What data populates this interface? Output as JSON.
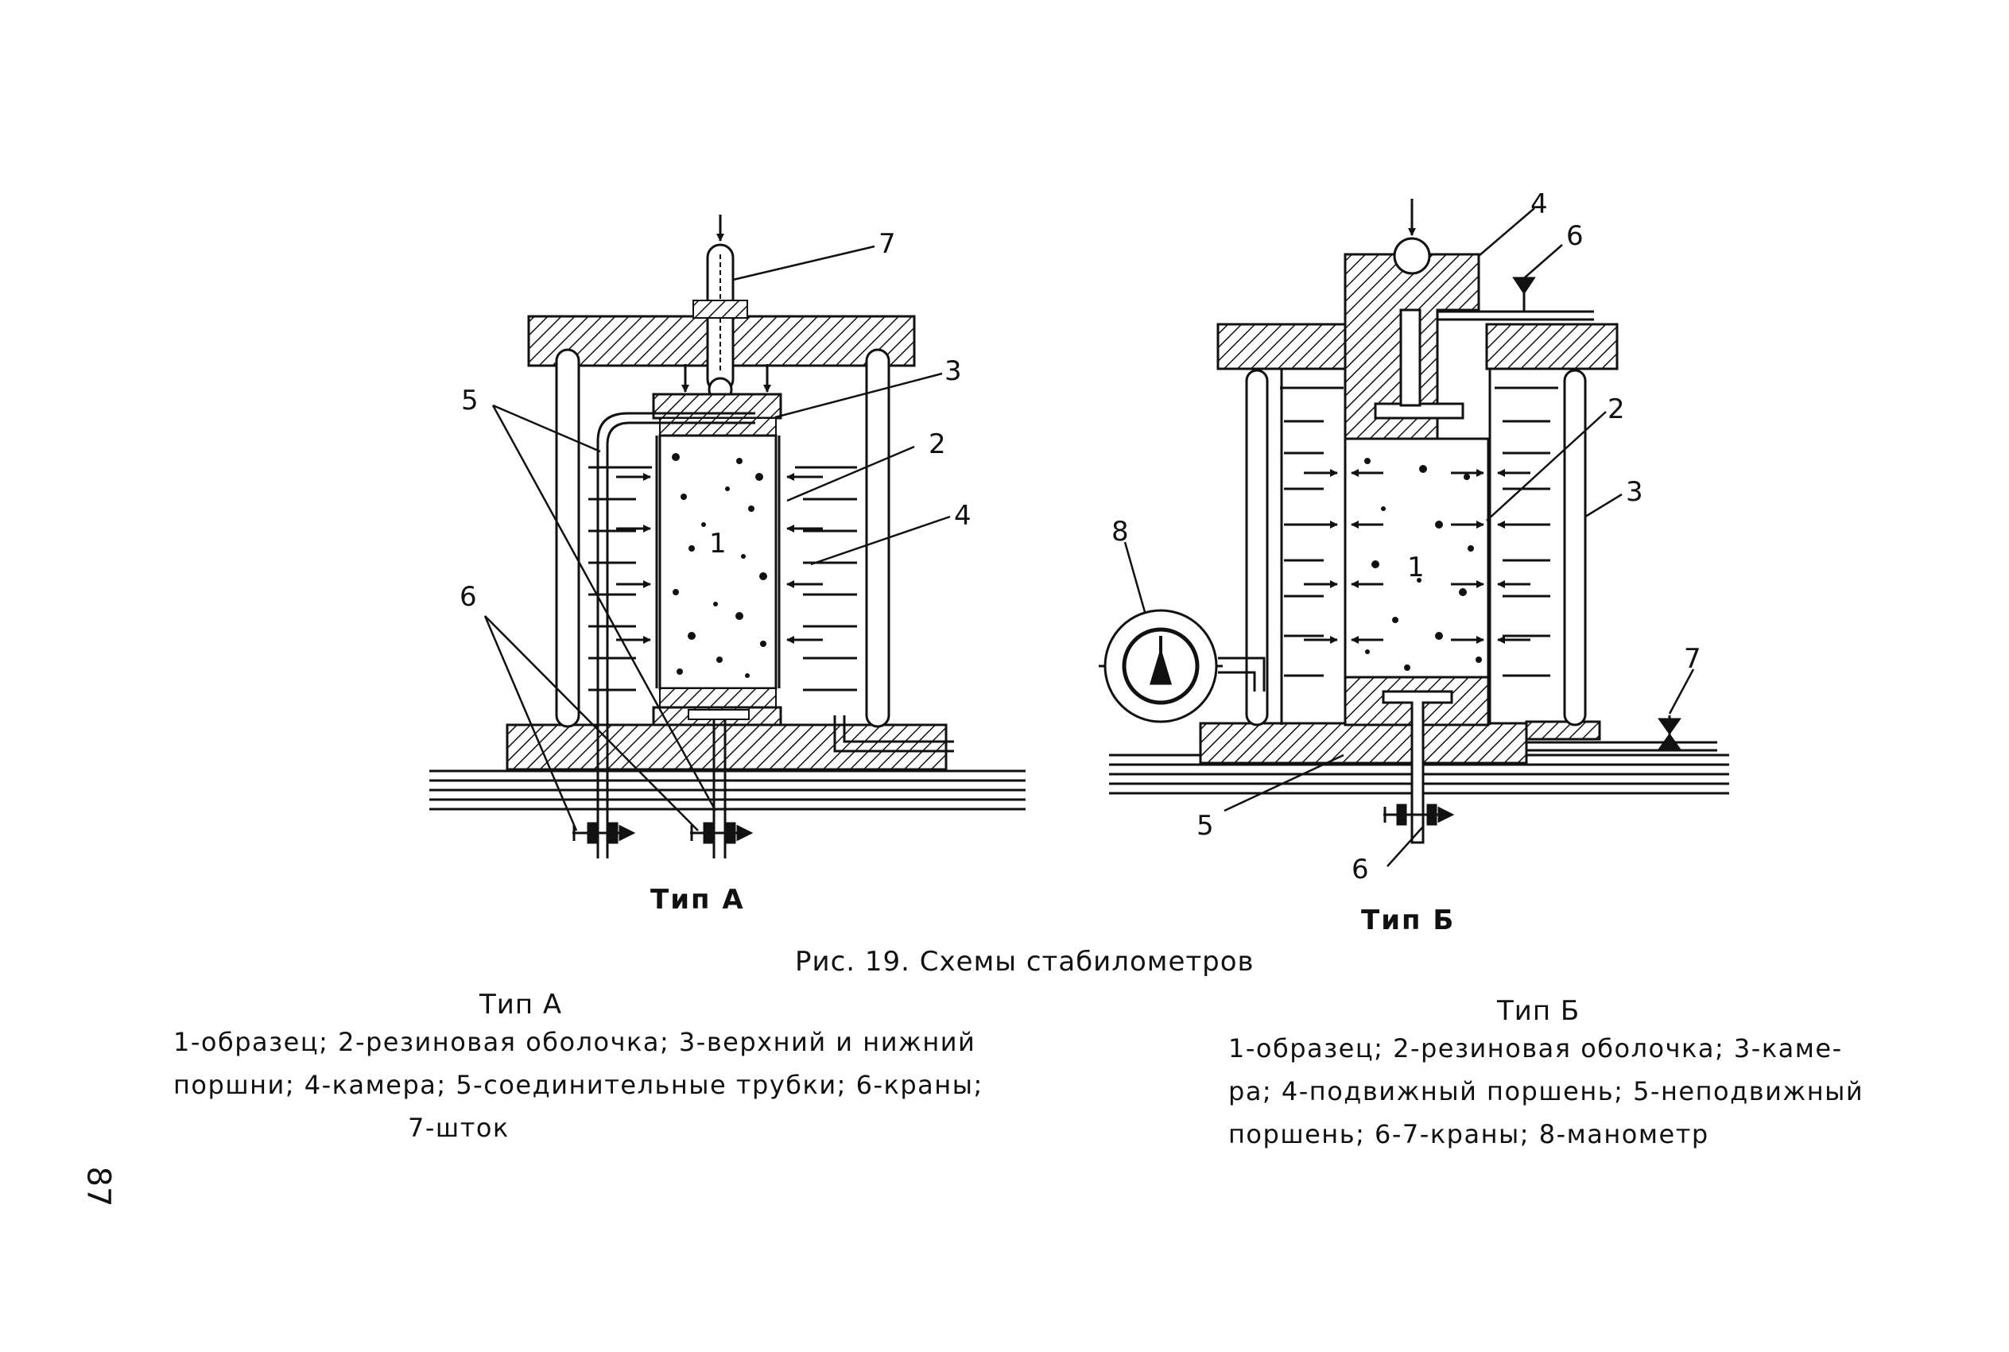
{
  "figure": {
    "caption": "Рис. 19. Схемы стабилометров",
    "type_a_label": "Тип А",
    "type_b_label": "Тип Б"
  },
  "callouts_a": {
    "c1": "1",
    "c2": "2",
    "c3": "3",
    "c4": "4",
    "c5": "5",
    "c6": "6",
    "c7": "7"
  },
  "callouts_b": {
    "c1": "1",
    "c2": "2",
    "c3": "3",
    "c4": "4",
    "c5": "5",
    "c6": "6",
    "c6b": "6",
    "c7": "7",
    "c8": "8"
  },
  "legend_a": {
    "title": "Тип А",
    "lines": [
      "1-образец; 2-резиновая оболочка; 3-верхний и нижний",
      "поршни; 4-камера; 5-соединительные трубки; 6-краны;",
      "7-шток"
    ]
  },
  "legend_b": {
    "title": "Тип Б",
    "lines": [
      "1-образец; 2-резиновая оболочка; 3-каме-",
      "ра; 4-подвижный поршень; 5-неподвижный",
      "поршень; 6-7-краны; 8-манометр"
    ]
  },
  "page_number": "87"
}
